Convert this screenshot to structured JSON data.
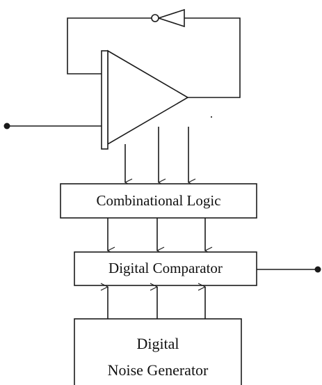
{
  "blocks": {
    "combinational_logic": "Combinational Logic",
    "digital_comparator": "Digital Comparator",
    "noise_generator_line1": "Digital",
    "noise_generator_line2": "Noise Generator"
  }
}
